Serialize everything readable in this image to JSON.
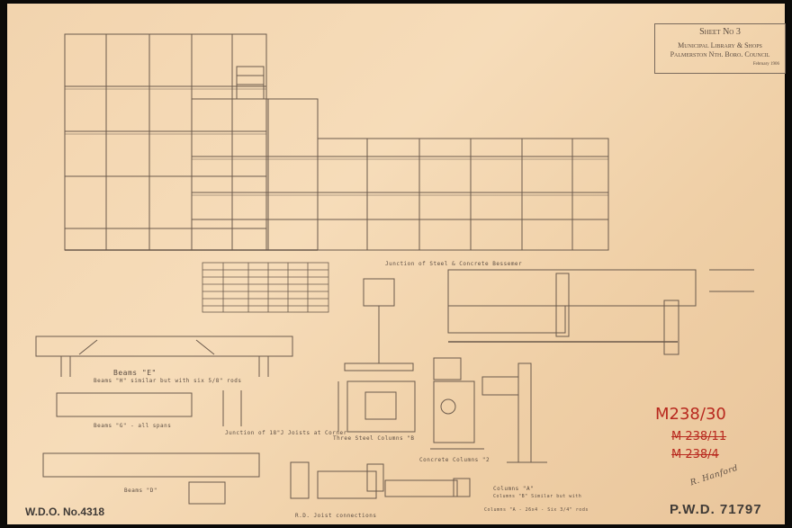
{
  "sheet": {
    "title": "Sheet No 3",
    "line1": "Municipal Library & Shops",
    "line2": "Palmerston Nth. Boro. Council",
    "date": "February 1906"
  },
  "labels": {
    "beam_e": "Beams \"E\"",
    "beam_h_note": "Beams \"H\" similar but with six 5/8\" rods",
    "beam_g": "Beams \"G\" - all spans",
    "beam_d": "Beams \"D\"",
    "junction_joists": "Junction of 18\"J Joists at Corner",
    "steel_columns": "Three Steel Columns \"B",
    "concrete_columns": "Concrete Columns \"2",
    "columns_a": "Columns \"A\"",
    "columns_b_note": "Columns \"B\" Similar but with",
    "junction_steel": "Junction of Steel & Concrete Bessemer",
    "rd_joist": "R.D. Joist connections",
    "columns_aa": "Columns \"A - 26x4 - Six 3/4\" rods"
  },
  "stamps": {
    "wdo": "W.D.O. No.4318",
    "pwd": "P.W.D. 71797"
  },
  "annotations": {
    "red_top": "M238/30",
    "red_mid": "M 238/11",
    "red_bot": "M 238/4",
    "signature": "R. Hanford"
  },
  "colors": {
    "paper": "#f2d4ae",
    "ink": "#6b5a4c",
    "red_ink": "#b8281e"
  }
}
